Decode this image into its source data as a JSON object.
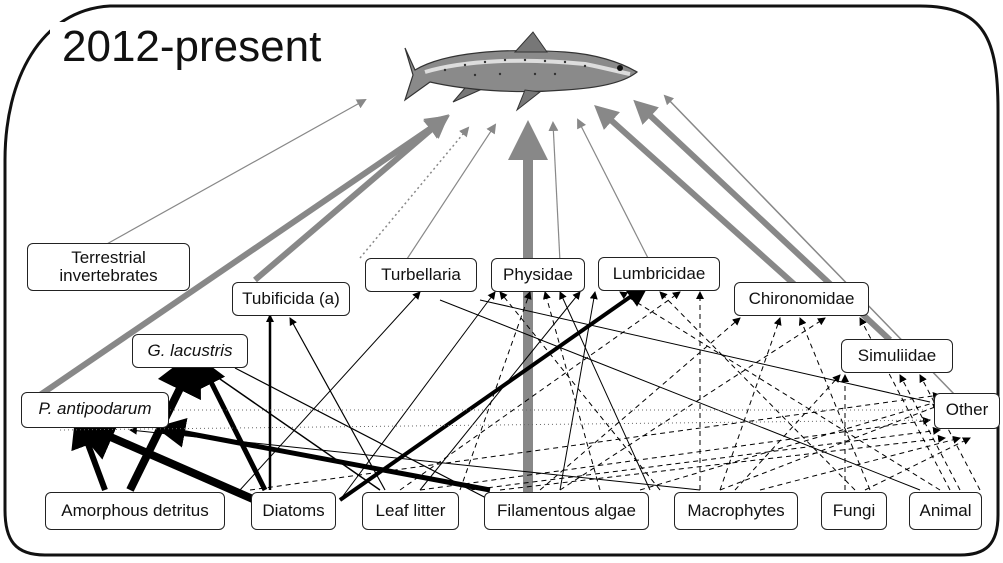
{
  "title": "2012-present",
  "nodes": {
    "terrestrial_invertebrates": "Terrestrial\ninvertebrates",
    "tubificida": "Tubificida (a)",
    "turbellaria": "Turbellaria",
    "physidae": "Physidae",
    "lumbricidae": "Lumbricidae",
    "chironomidae": "Chironomidae",
    "g_lacustris": "G. lacustris",
    "simuliidae": "Simuliidae",
    "p_antipodarum": "P. antipodarum",
    "other": "Other",
    "amorphous_detritus": "Amorphous detritus",
    "diatoms": "Diatoms",
    "leaf_litter": "Leaf litter",
    "filamentous_algae": "Filamentous algae",
    "macrophytes": "Macrophytes",
    "fungi": "Fungi",
    "animal": "Animal"
  },
  "icons": {
    "top_predator": "trout-icon"
  },
  "colors": {
    "to_fish_arrow": "#888888",
    "solid_link": "#000000",
    "dashed_link": "#000000"
  }
}
